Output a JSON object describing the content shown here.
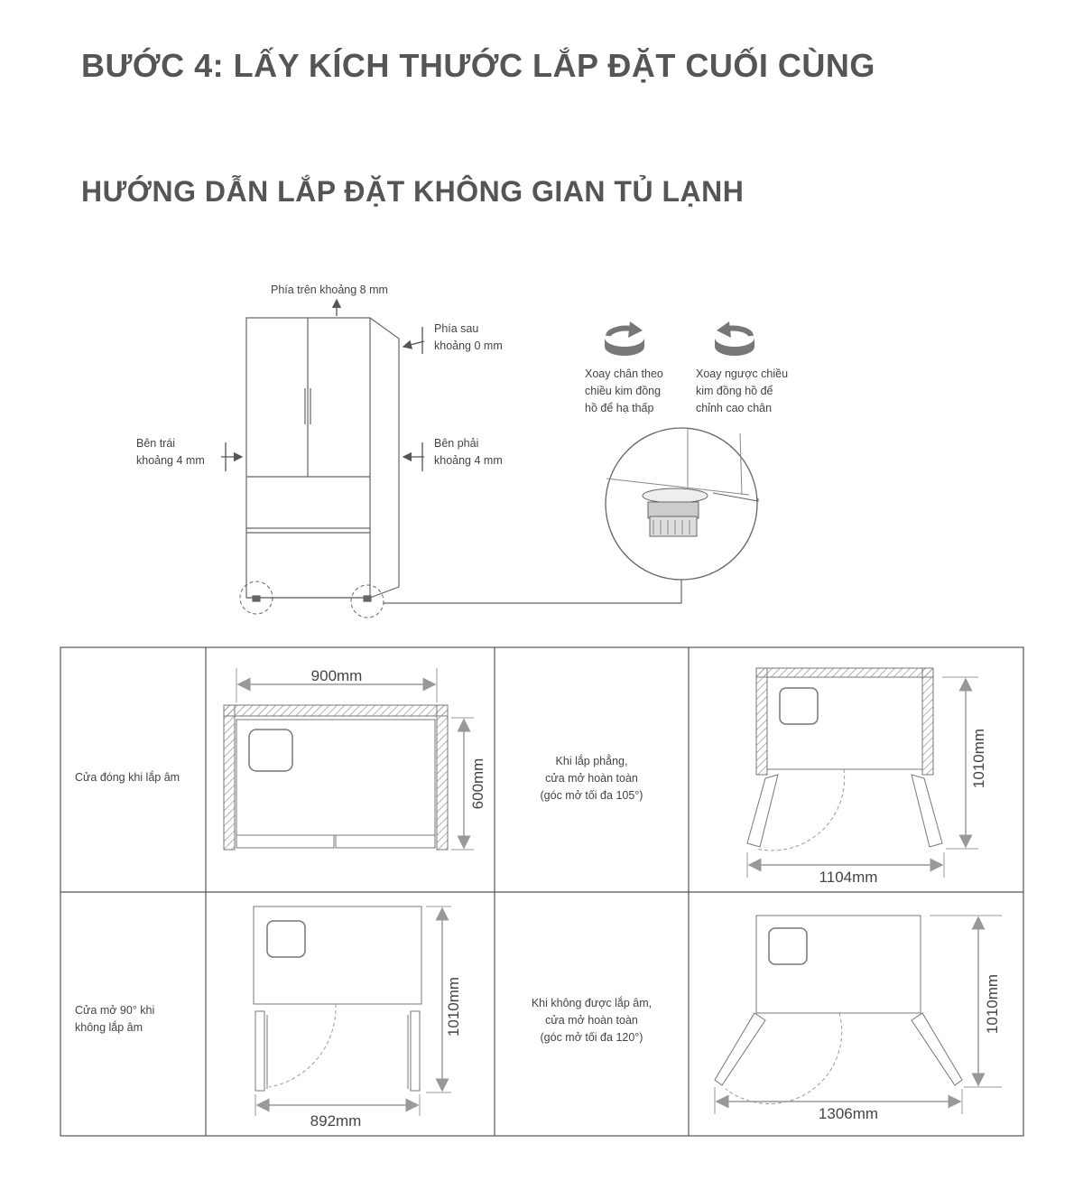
{
  "heading": {
    "step_title": "BƯỚC 4: LẤY KÍCH THƯỚC LẮP ĐẶT CUỐI CÙNG",
    "section_title": "HƯỚNG DẪN LẮP ĐẶT KHÔNG GIAN TỦ LẠNH"
  },
  "clearance": {
    "top": "Phía trên khoảng 8 mm",
    "back_line1": "Phía sau",
    "back_line2": "khoảng 0 mm",
    "left_line1": "Bên trái",
    "left_line2": "khoảng 4 mm",
    "right_line1": "Bên phải",
    "right_line2": "khoảng 4 mm"
  },
  "feet": {
    "clockwise_line1": "Xoay chân theo",
    "clockwise_line2": "chiều kim đồng",
    "clockwise_line3": "hồ để hạ thấp",
    "counter_line1": "Xoay ngược chiều",
    "counter_line2": "kim đồng hồ để",
    "counter_line3": "chỉnh cao chân"
  },
  "table": {
    "row1_label": "Cửa đóng khi lắp âm",
    "row1_width": "900mm",
    "row1_depth": "600mm",
    "row1_mid_line1": "Khi lắp phẳng,",
    "row1_mid_line2": "cửa mở hoàn toàn",
    "row1_mid_line3": "(góc mở tối đa 105°)",
    "row1_right_depth": "1010mm",
    "row1_right_width": "1104mm",
    "row2_label_line1": "Cửa mở 90° khi",
    "row2_label_line2": "không lắp âm",
    "row2_depth": "1010mm",
    "row2_width": "892mm",
    "row2_mid_line1": "Khi không được lắp âm,",
    "row2_mid_line2": "cửa mở hoàn toàn",
    "row2_mid_line3": "(góc mở tối đa 120°)",
    "row2_right_depth": "1010mm",
    "row2_right_width": "1306mm"
  },
  "colors": {
    "line": "#555555",
    "text": "#444444",
    "grid": "#999999"
  }
}
